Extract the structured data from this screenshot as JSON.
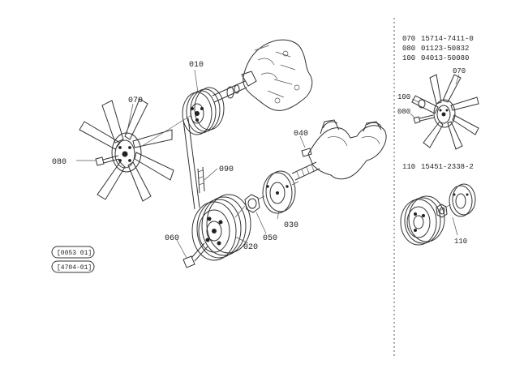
{
  "callouts": {
    "c010": "010",
    "c020": "020",
    "c030": "030",
    "c040": "040",
    "c050": "050",
    "c060": "060",
    "c070": "070",
    "c080": "080",
    "c090": "090",
    "c070b": "070",
    "c080b": "080",
    "c100b": "100",
    "c110b": "110"
  },
  "parts_list": [
    {
      "ref": "070",
      "part_no": "15714-7411-0"
    },
    {
      "ref": "080",
      "part_no": "01123-50832"
    },
    {
      "ref": "100",
      "part_no": "04013-50080"
    },
    {
      "ref": "110",
      "part_no": "15451-2338-2"
    }
  ],
  "stamps": [
    "[0053 01]",
    "[4704-01]"
  ]
}
